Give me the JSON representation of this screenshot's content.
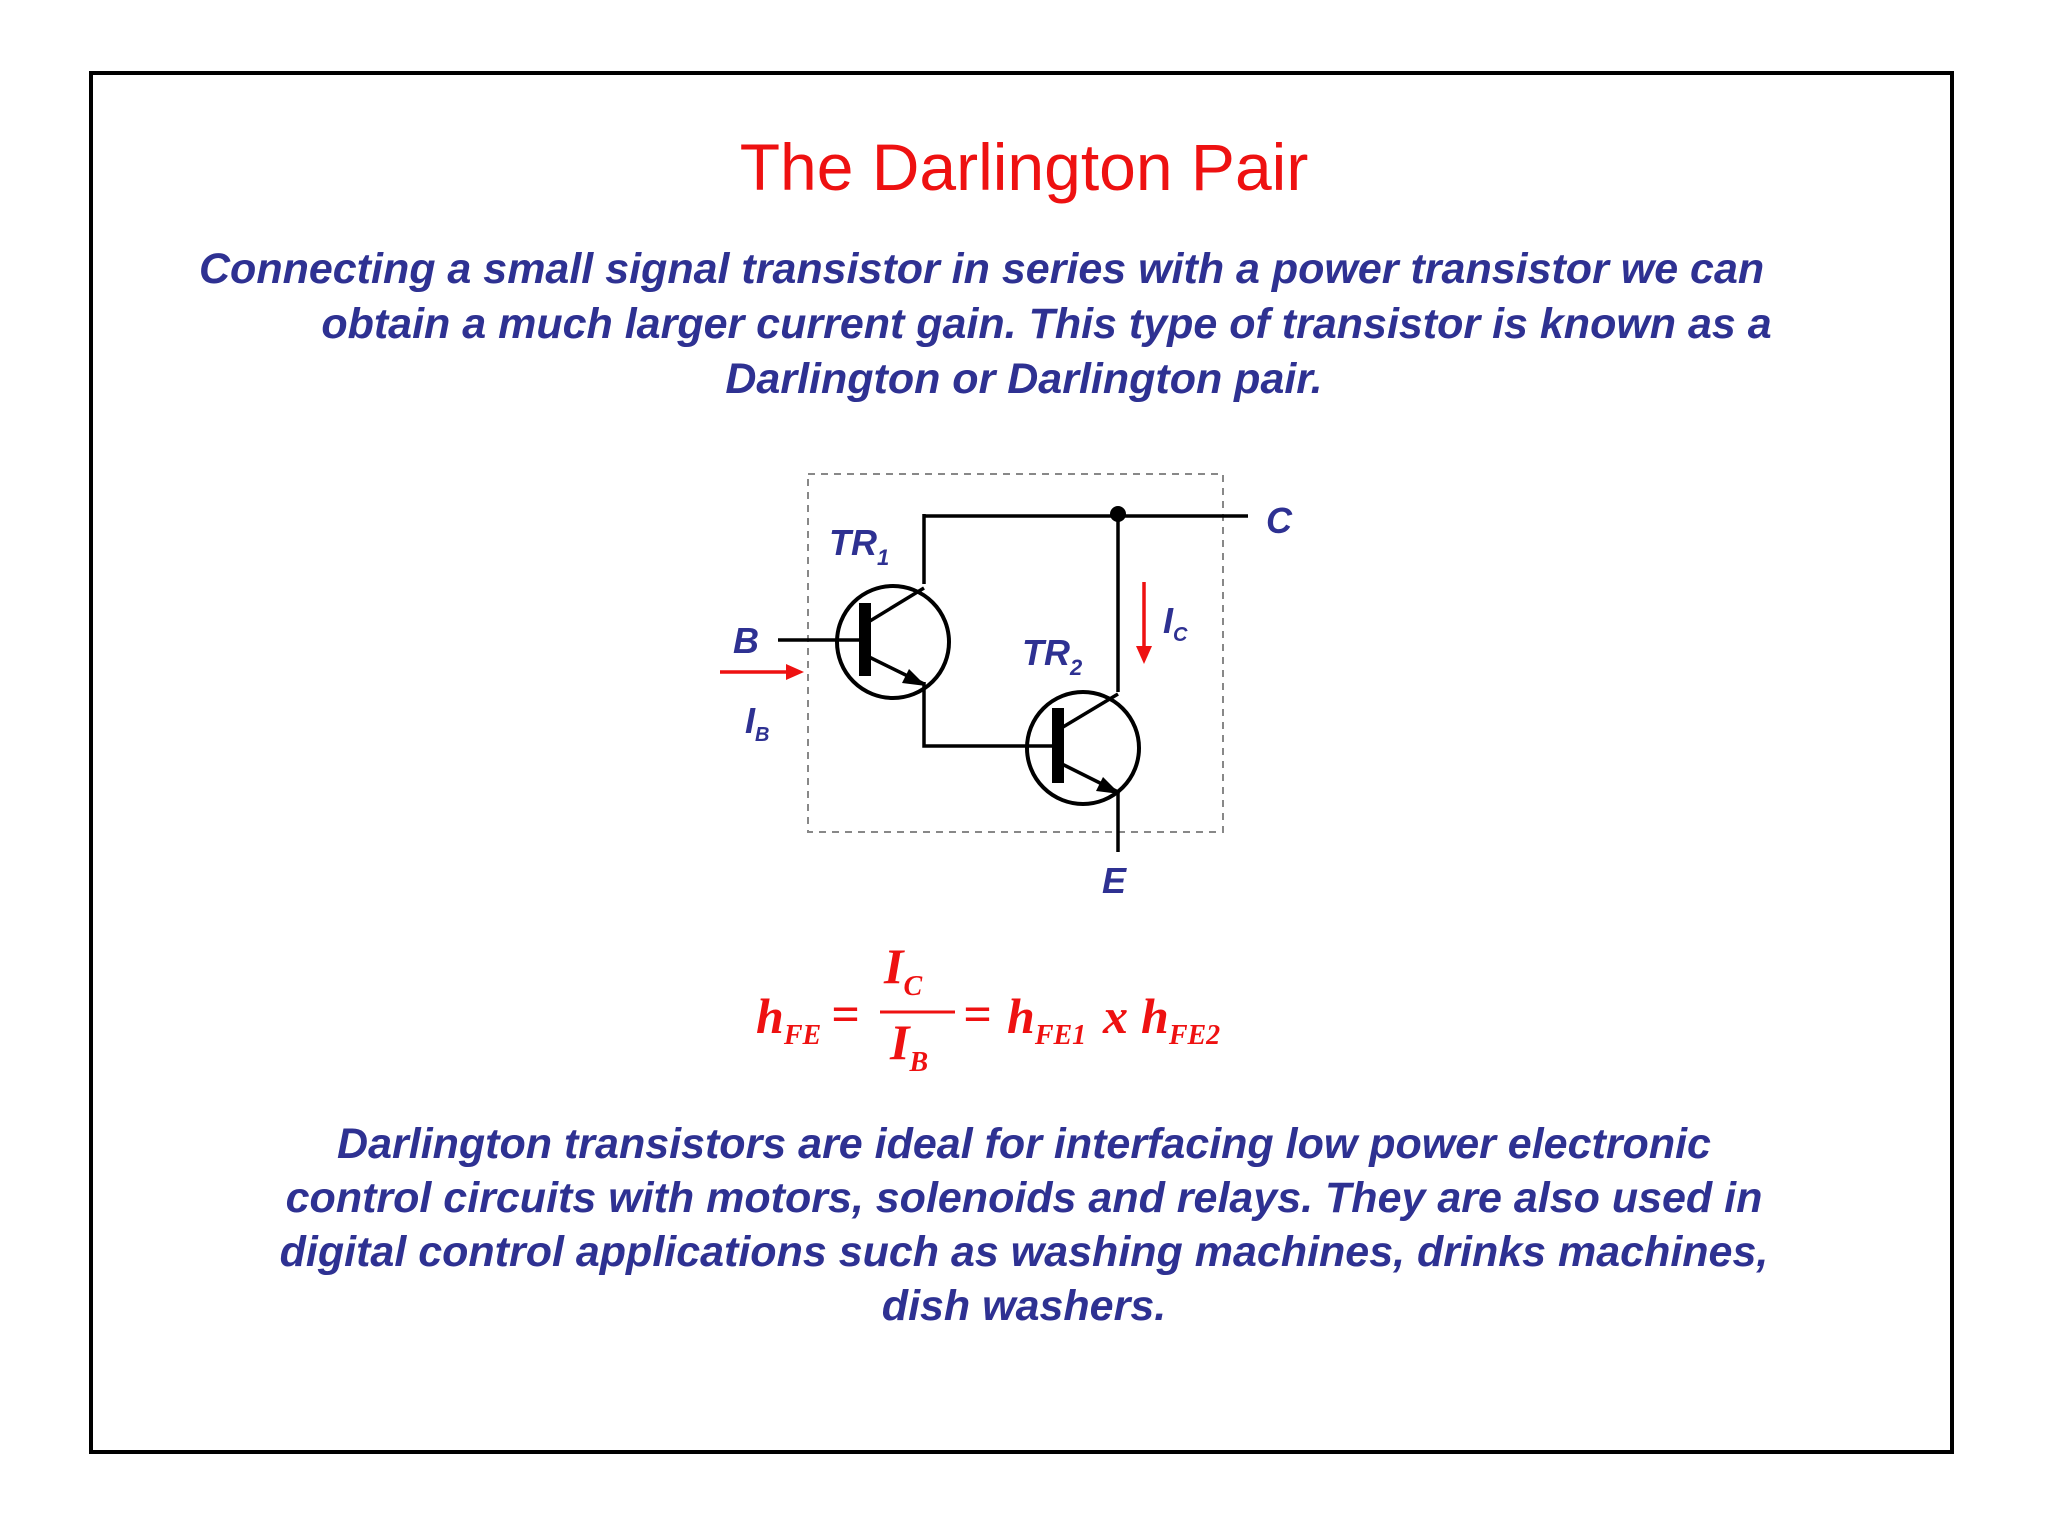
{
  "slide": {
    "title": "The Darlington Pair",
    "intro_lines": [
      "Connecting a small signal transistor in series with a power transistor we can",
      "obtain a much larger current gain. This type of transistor is known as a",
      "Darlington or Darlington pair."
    ],
    "outro_lines": [
      "Darlington transistors are ideal for interfacing low power electronic",
      "control circuits with motors, solenoids and relays. They are also used in",
      "digital control applications such as washing machines, drinks machines,",
      "dish washers."
    ]
  },
  "circuit": {
    "transistor_1": {
      "label": "TR",
      "sub": "1"
    },
    "transistor_2": {
      "label": "TR",
      "sub": "2"
    },
    "terminal_base": "B",
    "terminal_collector": "C",
    "terminal_emitter": "E",
    "base_current": {
      "label": "I",
      "sub": "B"
    },
    "collector_current": {
      "label": "I",
      "sub": "C"
    }
  },
  "formula": {
    "lhs": "h",
    "lhs_sub": "FE",
    "equals": "=",
    "num": "I",
    "num_sub": "C",
    "den": "I",
    "den_sub": "B",
    "equals_2": "=",
    "term1": "h",
    "term1_sub": "FE1",
    "times": "x",
    "term2": "h",
    "term2_sub": "FE2"
  },
  "colors": {
    "title": "#ee1111",
    "body_text": "#2e3192",
    "current_arrows": "#ee1111",
    "wires": "#000000"
  }
}
